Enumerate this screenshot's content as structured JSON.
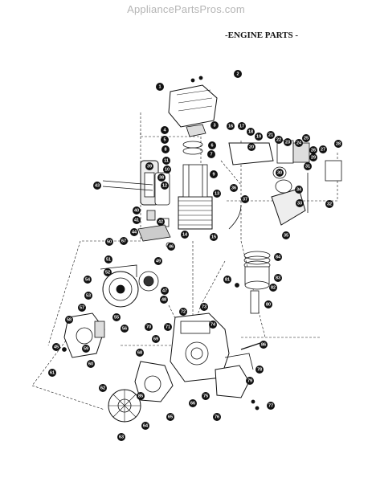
{
  "watermark": "AppliancePartsPros.com",
  "title": "-ENGINE PARTS -",
  "callouts": [
    "1",
    "2",
    "3",
    "4",
    "5",
    "6",
    "7",
    "8",
    "9",
    "10",
    "11",
    "12",
    "13",
    "14",
    "15",
    "16",
    "17",
    "18",
    "19",
    "20",
    "21",
    "22",
    "23",
    "24",
    "25",
    "26",
    "27",
    "28",
    "29",
    "30",
    "31",
    "32",
    "33",
    "34",
    "35",
    "36",
    "37",
    "38",
    "39",
    "40",
    "41",
    "42",
    "43",
    "44",
    "45",
    "46",
    "47",
    "48",
    "49",
    "50",
    "51",
    "52",
    "53",
    "54",
    "55",
    "56",
    "57",
    "58",
    "59",
    "60",
    "61",
    "62",
    "63",
    "64",
    "65",
    "66",
    "67",
    "68",
    "69",
    "70",
    "71",
    "72",
    "73",
    "74",
    "75",
    "76",
    "77",
    "78",
    "79",
    "80",
    "81",
    "82",
    "83",
    "84",
    "85",
    "86"
  ]
}
